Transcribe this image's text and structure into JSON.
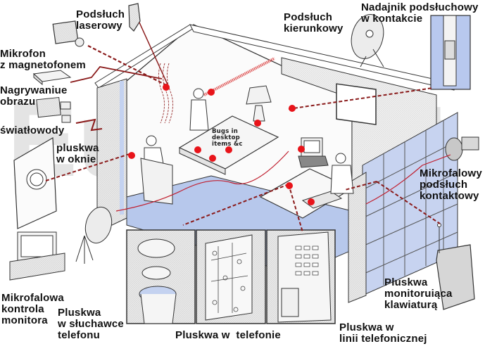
{
  "title": "Urządzenia podsłuchowe w biurze",
  "watermark": "EuroSoft",
  "colors": {
    "bug_dot": "#e8141a",
    "signal_line": "#8a1a1a",
    "floor": "#b7c8ec",
    "wall": "#e6e6e6",
    "outline": "#333333"
  },
  "labels": {
    "laser": "Podsłuch\nlaserowy",
    "mic_recorder": "Mikrofon\nz magnetofonem",
    "video": "Nagrywaniue\nobrazu",
    "fiber": "światłowody",
    "window_bug": "pluskwa\nw oknie",
    "directional": "Podsłuch\nkierunkowy",
    "socket_transmitter": "Nadajnik podsłuchowy\nw kontakcie",
    "desktop_bugs": "Bugs in\ndesktop\nitems &c",
    "microwave_contact": "Mikrofalowy\npodsłuch\nkontaktowy",
    "monitor_control": "Mikrofalowa\nkontrola\nmonitora",
    "handset_bug": "Pluskwa\nw słuchawce\ntelefonu",
    "phone_bug": "Pluskwa w  telefonie",
    "keyboard_bug": "Pluskwa\nmonitoruiąca\nklawiaturą",
    "line_bug": "Pluskwa w\nlinii telefonicznej"
  }
}
